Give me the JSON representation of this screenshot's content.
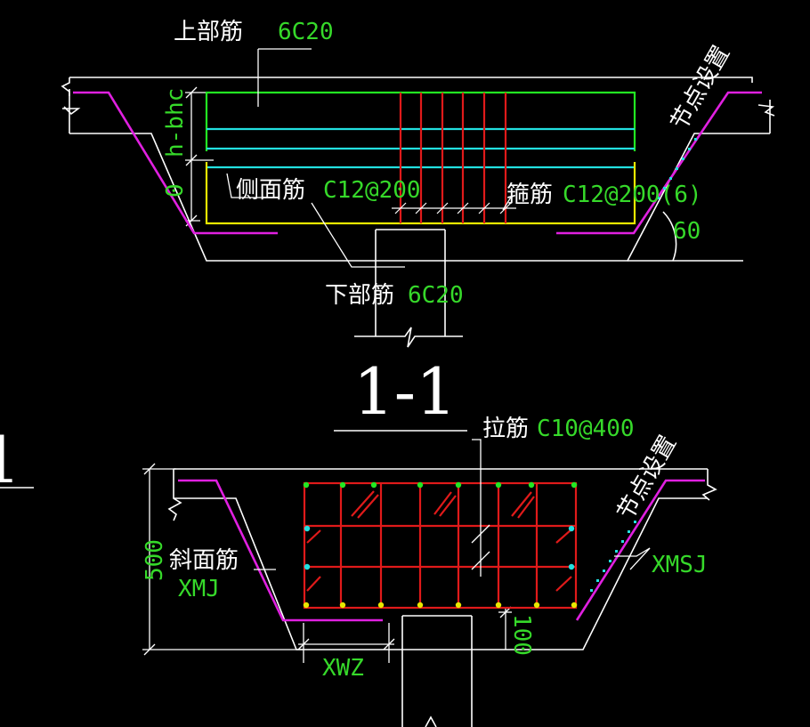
{
  "colors": {
    "background": "#000000",
    "outline": "#ffffff",
    "top_bar": "#22e822",
    "side_bar": "#22e0e0",
    "bottom_bar": "#e8e800",
    "stirrup": "#e01a1a",
    "slope_bar": "#e020e0",
    "text_green": "#36d92a"
  },
  "section_top": {
    "top_bar_label": "上部筋",
    "top_bar_value": "6C20",
    "side_bar_label": "侧面筋",
    "side_bar_value": "C12@200",
    "stirrup_label": "箍筋",
    "stirrup_value": "C12@200(6)",
    "bottom_bar_label": "下部筋",
    "bottom_bar_value": "6C20",
    "dim_h_bhc": "h-bhc",
    "dim_zero": "0",
    "angle_label": "60",
    "node_note": "节点设置"
  },
  "section_title": "1-1",
  "side_fragment": "1",
  "section_bottom": {
    "tie_label": "拉筋",
    "tie_value": "C10@400",
    "node_note": "节点设置",
    "slope_bar_label": "斜面筋",
    "slope_bar_code": "XMJ",
    "right_code": "XMSJ",
    "depth_dim": "500",
    "cover_dim": "100",
    "width_code": "XWZ"
  }
}
